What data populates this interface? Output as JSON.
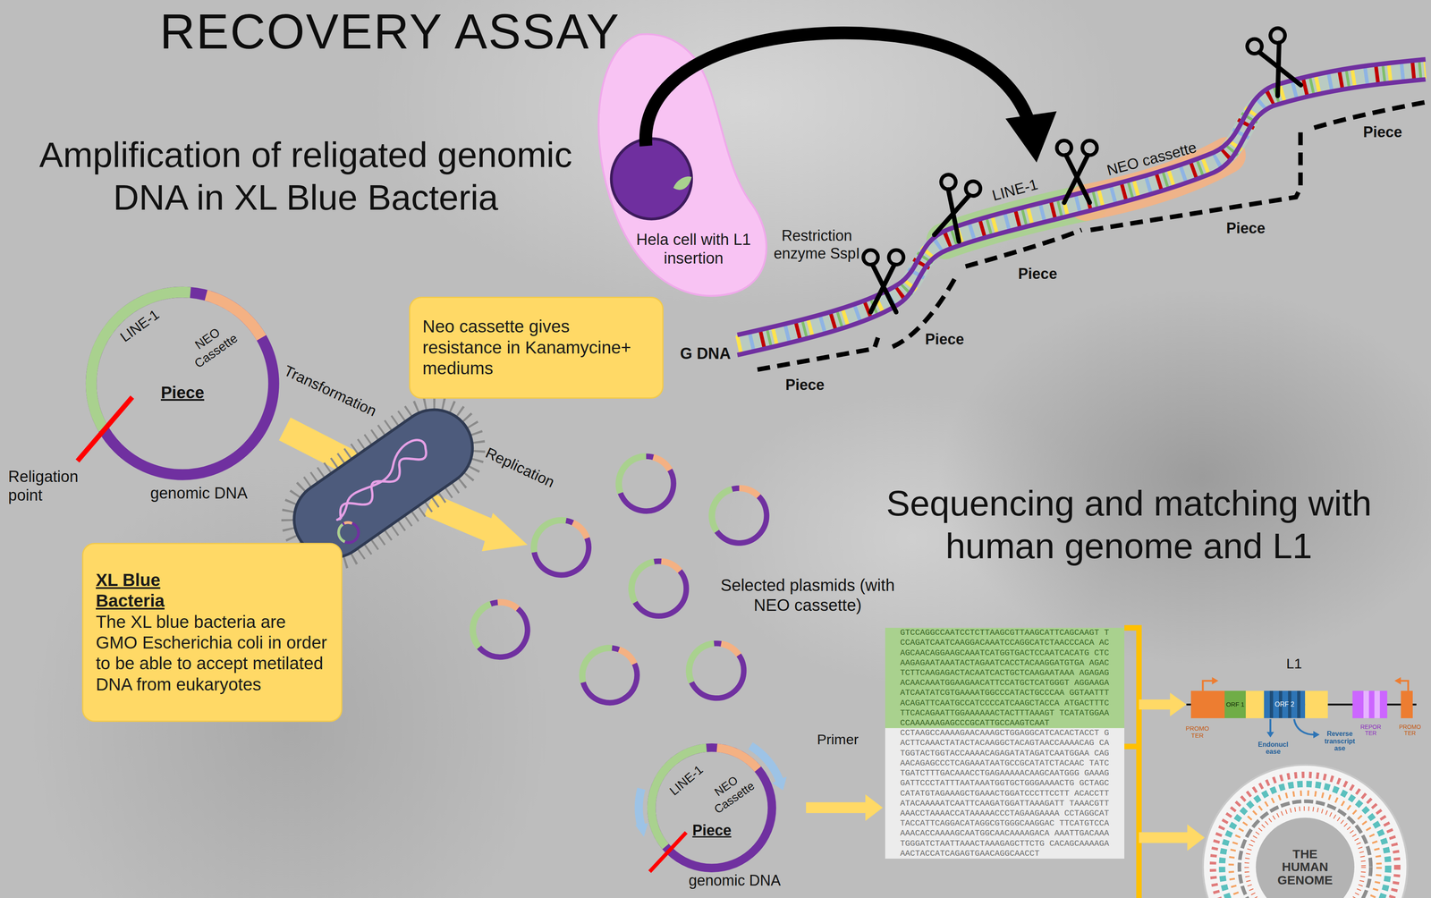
{
  "diagram": {
    "title": "RECOVERY ASSAY",
    "nodes": [
      {
        "text": [
          "Piece"
        ]
      },
      {
        "text": [
          "Neo cassette gives resistance in Kanamycine+ mediums"
        ]
      },
      {
        "text": [
          "XL Blue Bacteria",
          "The XL blue bacteria are GMO Escherichia coli in order to be able to accept metilated DNA from eukaryotes"
        ]
      },
      {
        "text": [
          "Hela cell with L1 insertion"
        ]
      },
      {
        "text": [
          "Piece"
        ]
      },
      {
        "text": [
          "GTCCAGGCCAATCCTCTTAAGCGTTAAGCATTCAGCAAGT TCCAGATCAATCAAGGACAAATCCAGGCATCTAACCCACA ACAGCAACAGGAAGCAAATCATGGTGACTCCAATCACATG CTCAAGAGAATAAATACTAGAATCACCTACAAGGATGTGA AGACTCTTCAAGAGACTACAATCACTGCTCAAGAATAAA AGAGAGACAACAAATGGAAGAACATTCCATGCTCATGGGT AGGAAGAATCAATATCGTGAAAATGGCCCATACTGCCCAA GGTAATTTACAGATTCAATGCCATCCCCATCAAGCTACCA ATGACTTTCTTCACAGAATTGGAAAAAACTACTTTAAAGT TCATATGGAACCAAAAAAGAGCCCGCATTGCCAAGTCAAT",
          "CCTAAGCCAAAAGAACAAAGCTGGAGGCATCACACTACCT GACTTCAAACTATACTACAAGGCTACAGTAACCAAAACAG CATGGTACTGGTACCAAAACAGAGATATAGATCAATGGAA CAGAACAGAGCCCTCAGAAATAATGCCGCATATCTACAAC TATCTGATCTTTGACAAACCTGAGAAAAACAAGCAATGGG GAAAGGATTCCCTATTTAATAAATGGTGCTGGGAAAACTG GCTAGCCATATGTAGAAAGCTGAAACTGGATCCCTTCCTT ACACCTTATACAAAAATCAATTCAAGATGGATTAAAGATT TAAACGTTAAACCTAAAACCATAAAAACCCTAGAAGAAAA CCTAGGCATTACCATTCAGGACATAGGCGTGGGCAAGGAC TTCATGTCCAAAACACCAAAAGCAATGGCAACAAAAGACA AAATTGACAAATGGGATCTAATTAAACTAAAGAGCTTCTG CACAGCAAAAGAAACTACCATCAGAGTGAACAGGCAACCT"
        ]
      },
      {
        "text": [
          "ORF 1"
        ]
      },
      {
        "text": [
          "ORF 2"
        ]
      },
      {
        "text": [
          "THE HUMAN GENOME"
        ]
      }
    ],
    "edges": [
      {
        "from": 4,
        "to": 5,
        "arrow": "to"
      },
      {
        "from": 5,
        "to": 8,
        "arrow": "to"
      }
    ],
    "labels": [
      "Amplification of religated genomic DNA in XL Blue Bacteria",
      "LINE-1",
      "NEO Cassette",
      "genomic DNA",
      "Religation point",
      "Transformation",
      "Replication",
      "Selected plasmids (with NEO cassette)",
      "Restriction enzyme SspI",
      "G DNA",
      "LINE-1",
      "NEO cassette",
      "Piece",
      "Piece",
      "Piece",
      "Piece",
      "Piece",
      "Sequencing and matching with human genome and L1",
      "LINE-1",
      "NEO Cassette",
      "Primer",
      "genomic DNA",
      "L1",
      "PROMO TER",
      "Endonucl ease",
      "Reverse transcript ase",
      "REPOR TER",
      "PROMO TER"
    ]
  }
}
